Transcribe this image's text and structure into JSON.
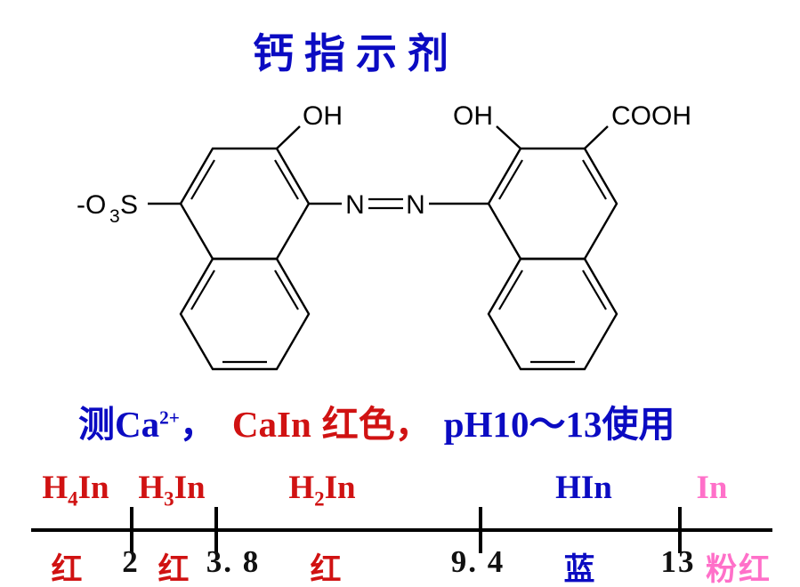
{
  "colors": {
    "blue": "#0b0bc2",
    "red": "#d01212",
    "pink": "#ff70c9",
    "black": "#111111"
  },
  "title": "钙指示剂",
  "structure": {
    "left_oh": "OH",
    "right_oh": "OH",
    "cooh": "COOH",
    "azo_n1": "N",
    "azo_n2": "N",
    "sulfo_prefix": "-O",
    "sulfo_sub": "3",
    "sulfo_suffix": "S"
  },
  "caption": {
    "measure": "测Ca",
    "charge": "2+",
    "comma1": "，",
    "cain": "CaIn",
    "color_word": "红色",
    "comma2": "，",
    "ph_usage": "pH10～13使用"
  },
  "scale": {
    "species": [
      {
        "base": "H",
        "sub": "4",
        "tail": "In",
        "color": "red"
      },
      {
        "base": "H",
        "sub": "3",
        "tail": "In",
        "color": "red"
      },
      {
        "base": "H",
        "sub": "2",
        "tail": "In",
        "color": "red"
      },
      {
        "base": "",
        "sub": "",
        "tail": "HIn",
        "color": "blue"
      },
      {
        "base": "",
        "sub": "",
        "tail": "In",
        "color": "pink"
      }
    ],
    "row": [
      {
        "text": "红",
        "color": "red"
      },
      {
        "text": "2",
        "color": "black"
      },
      {
        "text": "红",
        "color": "red"
      },
      {
        "text": "3. 8",
        "color": "black"
      },
      {
        "text": "红",
        "color": "red"
      },
      {
        "text": "9. 4",
        "color": "black"
      },
      {
        "text": "蓝",
        "color": "blue"
      },
      {
        "text": "13",
        "color": "black"
      },
      {
        "text": "粉红",
        "color": "pink"
      }
    ]
  }
}
